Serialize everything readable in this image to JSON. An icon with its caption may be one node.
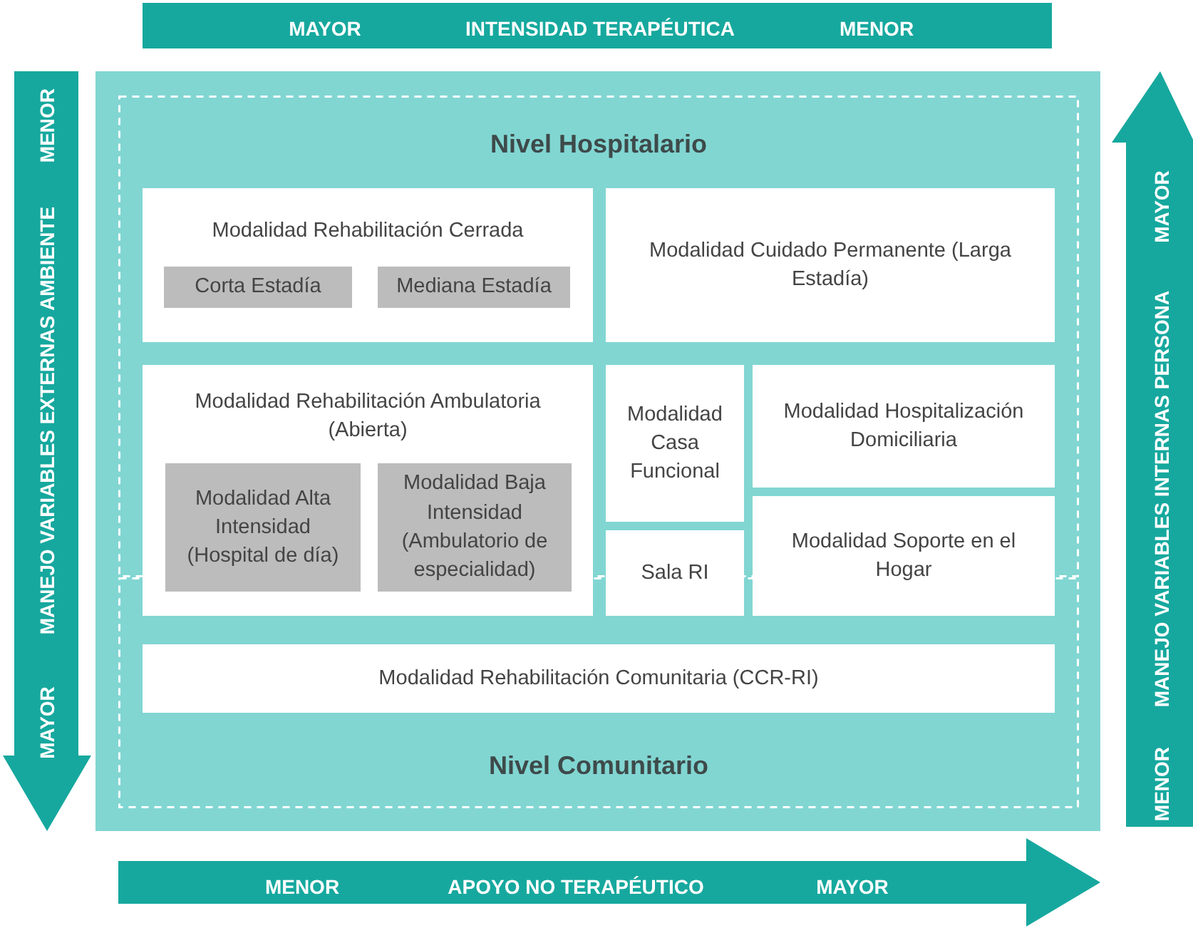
{
  "diagram": {
    "nodes": [
      {
        "text": [
          "Nivel Hospitalario"
        ]
      },
      {
        "text": [
          "Modalidad Rehabilitación Cerrada"
        ],
        "in": 0
      },
      {
        "text": [
          "Corta Estadía"
        ],
        "in": 1
      },
      {
        "text": [
          "Mediana Estadía"
        ],
        "in": 1
      },
      {
        "text": [
          "Modalidad Cuidado Permanente (Larga Estadía)"
        ],
        "in": 0
      },
      {
        "text": [
          "Modalidad Rehabilitación Ambulatoria (Abierta)"
        ]
      },
      {
        "text": [
          "Modalidad Alta Intensidad (Hospital de día)"
        ],
        "in": 5
      },
      {
        "text": [
          "Modalidad Baja Intensidad (Ambulatorio de especialidad)"
        ],
        "in": 5
      },
      {
        "text": [
          "Modalidad Casa Funcional"
        ],
        "in": 0
      },
      {
        "text": [
          "Sala RI"
        ]
      },
      {
        "text": [
          "Modalidad Hospitalización Domiciliaria"
        ],
        "in": 0
      },
      {
        "text": [
          "Modalidad Soporte en el Hogar"
        ]
      },
      {
        "text": [
          "Nivel Comunitario"
        ]
      },
      {
        "text": [
          "Modalidad Rehabilitación Comunitaria (CCR-RI)"
        ],
        "in": 12
      }
    ],
    "edges": [],
    "labels": [
      "MAYOR",
      "INTENSIDAD TERAPÉUTICA",
      "MENOR",
      "MENOR",
      "MANEJO VARIABLES EXTERNAS AMBIENTE",
      "MAYOR",
      "MAYOR",
      "MANEJO VARIABLES INTERNAS PERSONA",
      "MENOR",
      "MENOR",
      "APOYO NO TERAPÉUTICO",
      "MAYOR"
    ]
  }
}
